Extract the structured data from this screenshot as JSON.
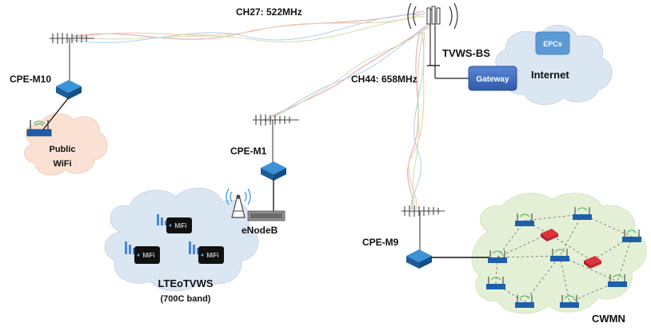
{
  "links": {
    "ch27": "CH27: 522MHz",
    "ch44": "CH44: 658MHz"
  },
  "base_station": {
    "label": "TVWS-BS"
  },
  "core": {
    "epc": "EPCs",
    "gateway": "Gateway",
    "internet": "Internet"
  },
  "cpe": {
    "m10": "CPE-M10",
    "m1": "CPE-M1",
    "m9": "CPE-M9"
  },
  "public_wifi": {
    "line1": "Public",
    "line2": "WiFi"
  },
  "enodeb": {
    "label": "eNodeB"
  },
  "lte_cloud": {
    "title": "LTEoTVWS",
    "subtitle": "(700C band)",
    "mifi": [
      "MiFi",
      "MiFi",
      "MiFi"
    ]
  },
  "cwmn": {
    "label": "CWMN"
  },
  "colors": {
    "cloud_blue": "#dbe6f3",
    "cloud_green": "#e4f0d6",
    "cloud_peach": "#fbe1d3",
    "gateway": "#4472c4",
    "epc": "#5b9bd5",
    "cpe": "#1f6fb2",
    "router_red": "#e0303a"
  }
}
